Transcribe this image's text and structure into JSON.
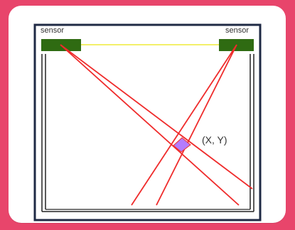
{
  "labels": {
    "left_sensor": "sensor",
    "right_sensor": "sensor",
    "intersection": "(X, Y)"
  },
  "colors": {
    "page_background": "#e8456b",
    "card_background": "#ffffff",
    "frame": "#1f2a44",
    "sensor": "#2f6b12",
    "beam": "#ef2b2b",
    "laser_line": "#f3f06a",
    "intersection_fill": "#b47cff",
    "inner_line": "#222222"
  }
}
